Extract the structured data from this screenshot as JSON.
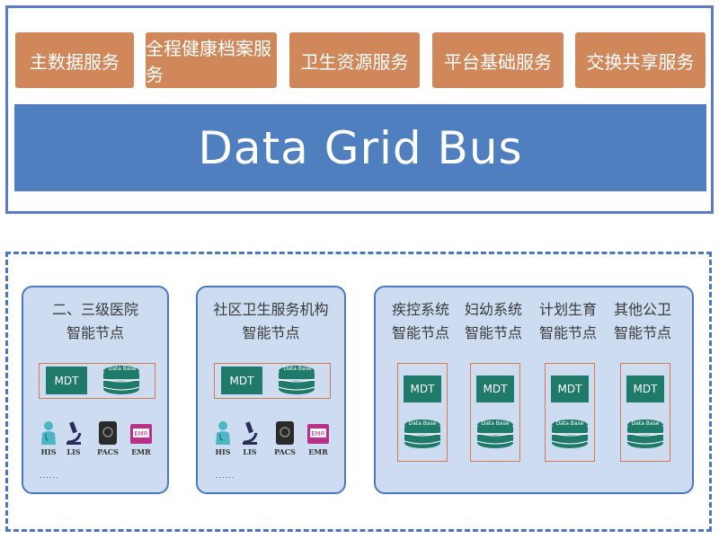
{
  "services": [
    "主数据服务",
    "全程健康档案服务",
    "卫生资源服务",
    "平台基础服务",
    "交换共享服务"
  ],
  "bus": {
    "label": "Data Grid Bus"
  },
  "panels": {
    "hospital": {
      "title_line1": "二、三级医院",
      "title_line2": "智能节点",
      "mdt": "MDT",
      "db": "Data Base",
      "systems": [
        "HIS",
        "LIS",
        "PACS",
        "EMR"
      ],
      "more": "......"
    },
    "community": {
      "title_line1": "社区卫生服务机构",
      "title_line2": "智能节点",
      "mdt": "MDT",
      "db": "Data Base",
      "systems": [
        "HIS",
        "LIS",
        "PACS",
        "EMR"
      ],
      "more": "......"
    },
    "public": {
      "nodes": [
        {
          "line1": "疾控系统",
          "line2": "智能节点",
          "mdt": "MDT",
          "db": "Data Base"
        },
        {
          "line1": "妇幼系统",
          "line2": "智能节点",
          "mdt": "MDT",
          "db": "Data Base"
        },
        {
          "line1": "计划生育",
          "line2": "智能节点",
          "mdt": "MDT",
          "db": "Data Base"
        },
        {
          "line1": "其他公卫",
          "line2": "智能节点",
          "mdt": "MDT",
          "db": "Data Base"
        }
      ]
    }
  },
  "colors": {
    "service": "#d0875a",
    "bus": "#4f7fbf",
    "frame": "#5b7cc0",
    "panel": "#cddcf1",
    "mdt": "#1f7a6a"
  },
  "icons": {
    "HIS": "doctor-icon",
    "LIS": "microscope-icon",
    "PACS": "scanner-icon",
    "EMR": "records-icon"
  }
}
